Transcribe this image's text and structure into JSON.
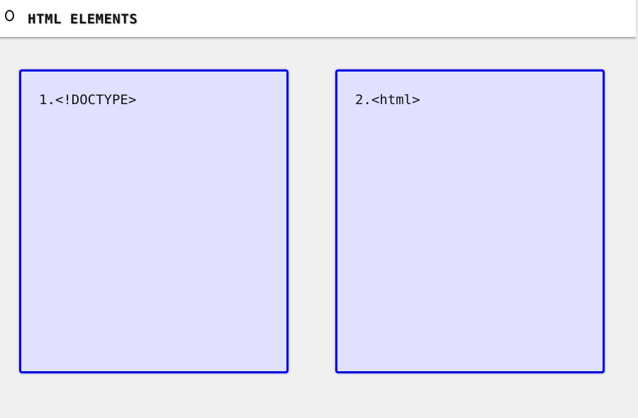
{
  "header": {
    "icon": "circle-icon",
    "title": "HTML ELEMENTS"
  },
  "cards": [
    {
      "label": "1.<!DOCTYPE>"
    },
    {
      "label": "2.<html>"
    }
  ],
  "colors": {
    "background": "#f0f0f0",
    "header_background": "#ffffff",
    "card_background": "#e0e0ff",
    "card_border": "#0000dd",
    "text": "#111111"
  }
}
